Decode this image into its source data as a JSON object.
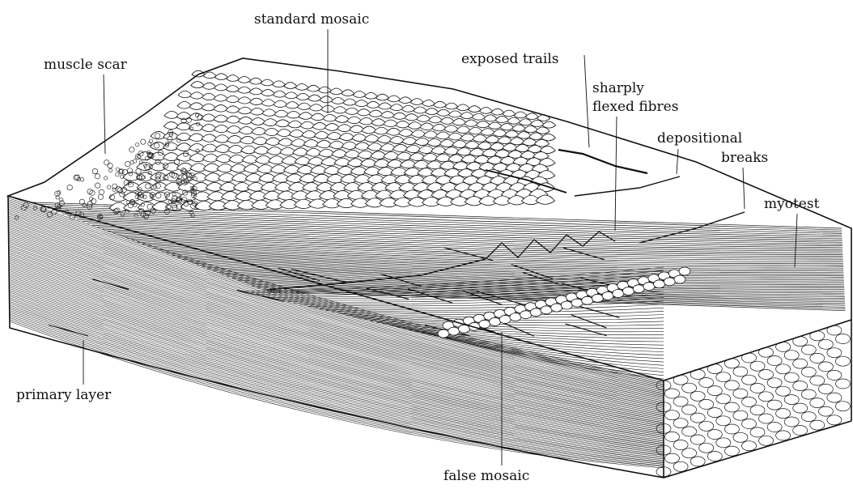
{
  "labels": {
    "standard_mosaic": "standard mosaic",
    "muscle_scar": "muscle scar",
    "exposed_trails": "exposed trails",
    "sharply": "sharply",
    "flexed_fibres": "flexed fibres",
    "depositional": "depositional",
    "breaks": "breaks",
    "myotest": "myotest",
    "primary_layer": "primary layer",
    "false_mosaic": "false mosaic"
  },
  "style": {
    "ink": "#111111",
    "paper": "#ffffff"
  }
}
